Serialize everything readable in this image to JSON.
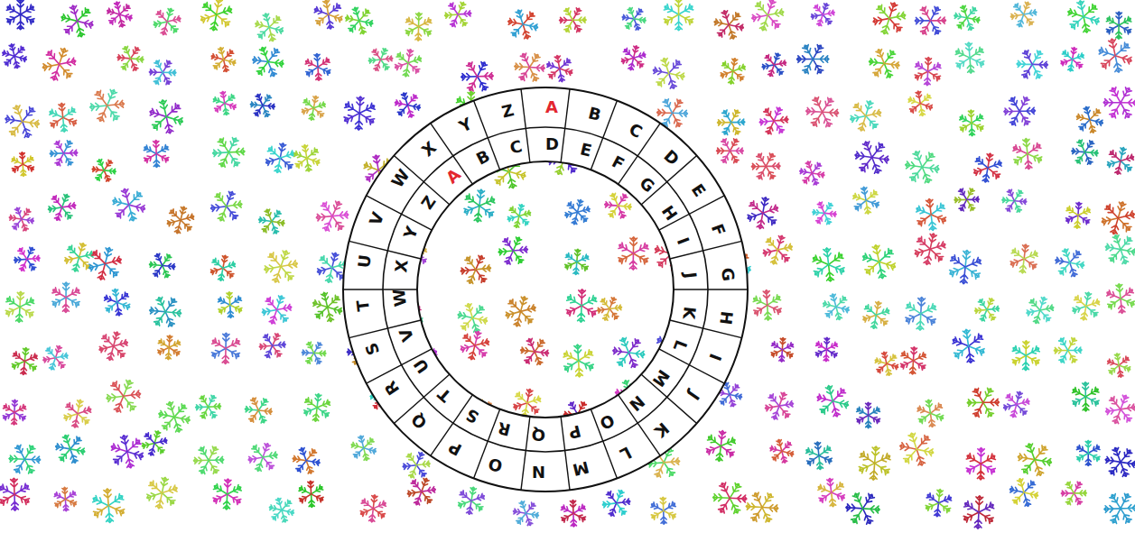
{
  "diagram": {
    "labels": [
      "A",
      "B",
      "C",
      "D",
      "E",
      "F",
      "G",
      "H",
      "I",
      "J",
      "K",
      "L",
      "M",
      "N",
      "O",
      "P",
      "Q",
      "R",
      "S",
      "T",
      "U",
      "V",
      "W",
      "X",
      "Y",
      "Z",
      "A",
      "B",
      "C",
      "D",
      "E",
      "F",
      "G",
      "H",
      "I",
      "J",
      "K",
      "L",
      "M",
      "N",
      "O",
      "P",
      "Q",
      "R",
      "S",
      "T",
      "U",
      "V",
      "W",
      "X",
      "Y",
      "Z"
    ]
  }
}
